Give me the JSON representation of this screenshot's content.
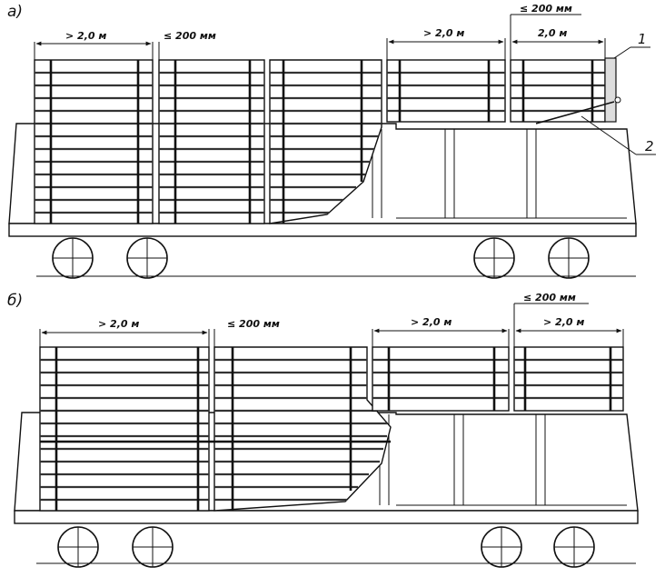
{
  "panels": [
    {
      "label": "а)",
      "dims": [
        "> 2,0 м",
        "≤ 200 мм",
        "> 2,0 м",
        "≤ 200 мм",
        "2,0 м"
      ],
      "callouts": [
        "1",
        "2"
      ]
    },
    {
      "label": "б)",
      "dims": [
        "> 2,0 м",
        "≤ 200 мм",
        "> 2,0 м",
        "≤ 200 мм",
        "> 2,0 м"
      ]
    }
  ]
}
